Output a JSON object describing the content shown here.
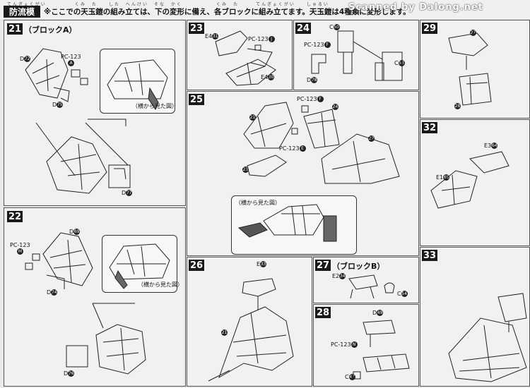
{
  "header": {
    "title": "防流模",
    "ruby": "てんぎょくがい　　　　　くみ　た　　した　へんけい　そな　かく　　　　　　くみ　た　　　てんぎょくがい　　しゅるい",
    "intro_text": "※ここでの天玉鎧の組み立ては、下の変形に備え、各ブロックに組み立てます。天玉鎧は4種類に変形します。",
    "watermark": "Scanned by Dalong.net"
  },
  "steps": {
    "s21": {
      "num": "21",
      "block": "（ブロックA）",
      "pc": "PC-123",
      "pc_circle": "A",
      "d1": "D",
      "d1c": "72",
      "d2": "D",
      "d2c": "75",
      "d3": "D",
      "d3c": "77",
      "inset_caption": "（横から見た図）"
    },
    "s22": {
      "num": "22",
      "pc": "PC-123",
      "pc_circle": "M",
      "d1": "D",
      "d1c": "69",
      "d2": "D",
      "d2c": "74",
      "d3": "D",
      "d3c": "76",
      "inset_caption": "（横から見た図）"
    },
    "s23": {
      "num": "23",
      "e1": "E4",
      "e1c": "31",
      "pc": "PC-123",
      "pc_circle": "J",
      "e2": "E4",
      "e2c": "30"
    },
    "s24": {
      "num": "24",
      "c1": "C",
      "c1c": "50",
      "pc": "PC-123",
      "pc_circle": "F",
      "d": "D",
      "dc": "78",
      "c2": "C",
      "c2c": "53"
    },
    "s25": {
      "num": "25",
      "pc1": "PC-123",
      "pc1_circle": "F",
      "pc2": "PC-123",
      "pc2_circle": "E",
      "n21": "21",
      "n23": "23",
      "n24": "24",
      "n22": "22",
      "inset_caption": "（横から見た図）"
    },
    "s26": {
      "num": "26",
      "e": "E",
      "ec": "33",
      "n21": "21"
    },
    "s27": {
      "num": "27",
      "block": "（ブロックB）",
      "e2": "E2",
      "e2c": "34",
      "c": "C",
      "cc": "54"
    },
    "s28": {
      "num": "28",
      "d": "D",
      "dc": "49",
      "pc": "PC-123",
      "pc_circle": "N",
      "c": "C",
      "cc": "47"
    },
    "s29": {
      "num": "29",
      "n27": "27",
      "n28": "28"
    },
    "s32": {
      "num": "32",
      "e3": "E3",
      "e3c": "64",
      "e1": "E1",
      "e1c": "65"
    },
    "s33": {
      "num": "33"
    }
  }
}
